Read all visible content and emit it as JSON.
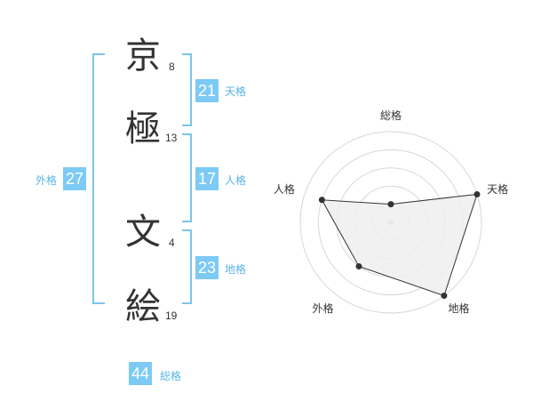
{
  "name": {
    "chars": [
      {
        "char": "京",
        "strokes": "8"
      },
      {
        "char": "極",
        "strokes": "13"
      },
      {
        "char": "文",
        "strokes": "4"
      },
      {
        "char": "絵",
        "strokes": "19"
      }
    ]
  },
  "kakusu": {
    "tenkaku": {
      "value": "21",
      "label": "天格"
    },
    "jinkaku": {
      "value": "17",
      "label": "人格"
    },
    "chikaku": {
      "value": "23",
      "label": "地格"
    },
    "gaikaku": {
      "value": "27",
      "label": "外格"
    },
    "soukaku": {
      "value": "44",
      "label": "総格"
    }
  },
  "chart_data": {
    "type": "radar",
    "axes": [
      "総格",
      "天格",
      "地格",
      "外格",
      "人格"
    ],
    "values": [
      1,
      5,
      5,
      3,
      4
    ],
    "max": 5,
    "rings": 5,
    "colors": {
      "fill": "#efefef",
      "stroke": "#333333",
      "grid": "#d8d8d8",
      "point": "#333333",
      "center": "#bbbbbb"
    }
  },
  "colors": {
    "accent": "#7ccaf5",
    "bracket": "#7cc4ec",
    "label": "#5ab4e6"
  }
}
